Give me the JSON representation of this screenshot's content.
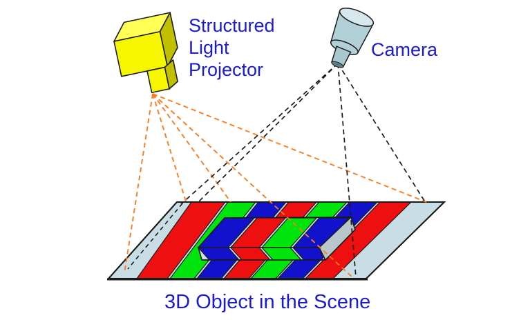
{
  "labels": {
    "projector_lines": [
      "Structured",
      "Light",
      "Projector"
    ],
    "camera": "Camera",
    "scene": "3D Object in the Scene"
  },
  "colors": {
    "label_text": "#1b1bd0",
    "projector_ray": "#ff7b1e",
    "camera_ray": "#1a1a1a",
    "stripe_red": "#ee1010",
    "stripe_green": "#00e40e",
    "stripe_blue": "#1212cc",
    "plane_base": "#c8dde4",
    "projector_front": "#f6f600",
    "projector_top": "#ffff55",
    "projector_side": "#c0c000",
    "camera_body": "#b2d0d8",
    "camera_top": "#d6e8ec",
    "camera_lens": "#a7c8d1",
    "object_side": "#b9c6cb",
    "outline": "#1a1a1a"
  },
  "pattern": {
    "stripe_sequence": [
      "light-blue",
      "red",
      "green",
      "blue",
      "red",
      "green",
      "blue",
      "red",
      "light-blue"
    ]
  },
  "rays": {
    "projector_ray_count": 5,
    "camera_ray_count": 4,
    "style": "dashed"
  }
}
